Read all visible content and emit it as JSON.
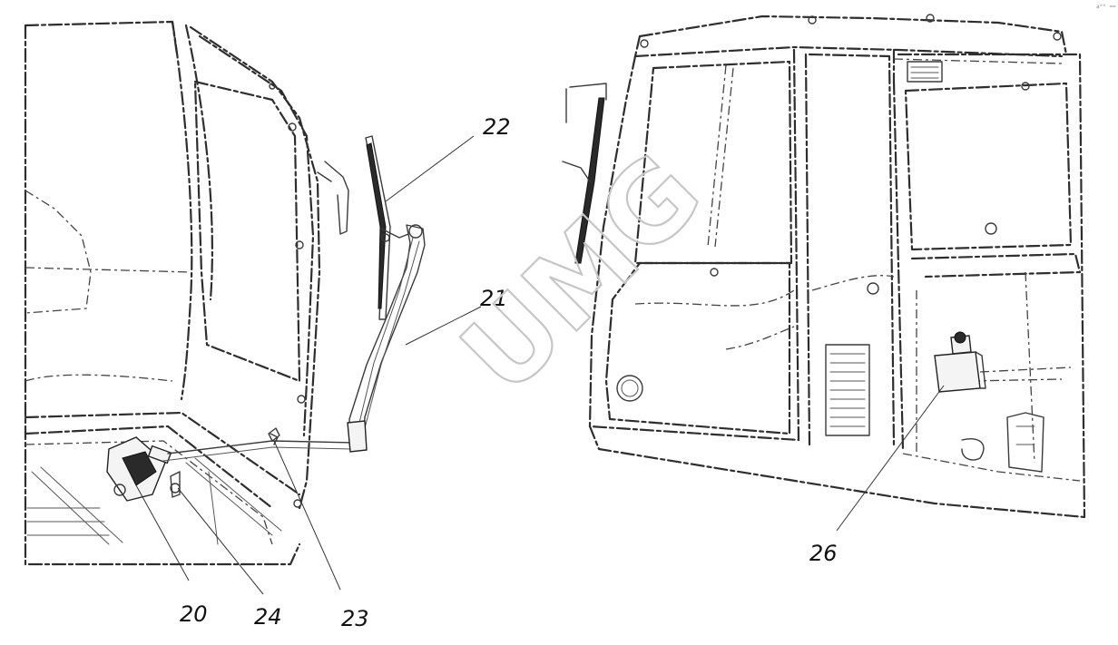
{
  "callouts": {
    "c20": "20",
    "c21": "21",
    "c22": "22",
    "c23": "23",
    "c24": "24",
    "c26": "26"
  },
  "watermark": "UMG",
  "corner_mark": "a⁰⁰ ==",
  "colors": {
    "line": "#3a3a3a",
    "watermark": "#c6c6c6",
    "background": "#ffffff"
  }
}
